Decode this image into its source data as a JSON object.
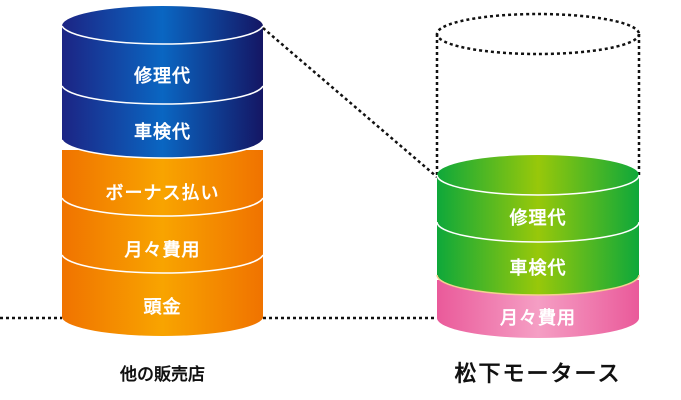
{
  "diagram": {
    "left": {
      "caption": "他の販売店",
      "segments": [
        {
          "label": "修理代",
          "color": "#1a2a8c"
        },
        {
          "label": "車検代",
          "color": "#1a2a8c"
        },
        {
          "label": "ボーナス払い",
          "color": "#f27a00"
        },
        {
          "label": "月々費用",
          "color": "#f27a00"
        },
        {
          "label": "頭金",
          "color": "#f27a00"
        }
      ]
    },
    "right": {
      "caption": "松下モータース",
      "segments": [
        {
          "label": "修理代",
          "color": "#12a83a"
        },
        {
          "label": "車検代",
          "color": "#12a83a"
        },
        {
          "label": "月々費用",
          "color": "#ec5f9e"
        }
      ]
    },
    "colors": {
      "navy_dark": "#151a6a",
      "navy_light": "#0a6cc8",
      "orange_dark": "#f07000",
      "orange_light": "#f8a300",
      "green_dark": "#0fa838",
      "green_light": "#96c80a",
      "pink_dark": "#ea5a9a",
      "pink_light": "#f49ac0"
    }
  }
}
